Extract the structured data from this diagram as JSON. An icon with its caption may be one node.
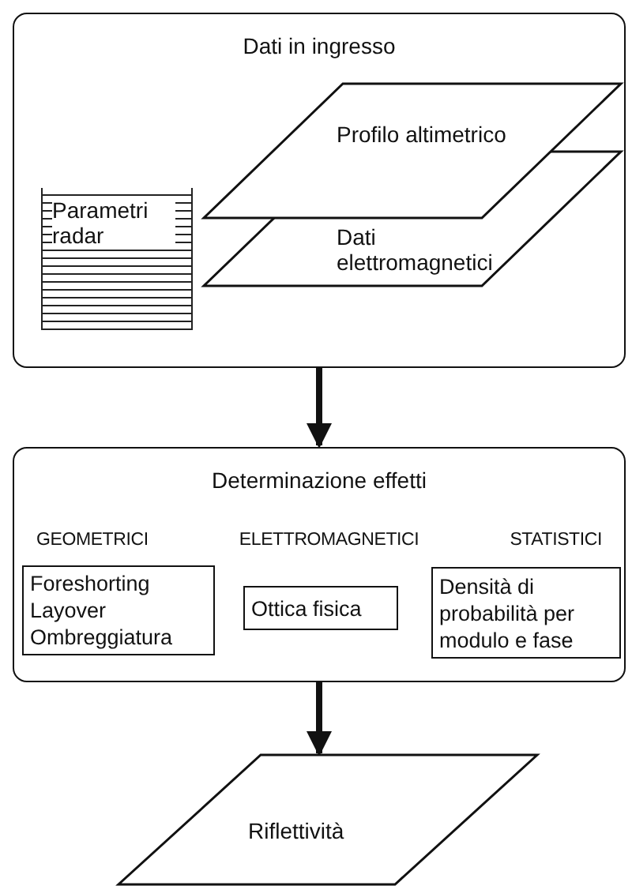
{
  "diagram": {
    "nodes": [
      {
        "text": [
          "Dati in ingresso"
        ]
      },
      {
        "text": [
          "Parametri radar"
        ],
        "in": 0
      },
      {
        "text": [
          "Profilo altimetrico"
        ],
        "in": 0
      },
      {
        "text": [
          "Dati elettromagnetici"
        ],
        "in": 0
      },
      {
        "text": [
          "Determinazione effetti",
          "GEOMETRICI",
          "ELETTROMAGNETICI",
          "STATISTICI"
        ]
      },
      {
        "text": [
          "Foreshorting",
          "Layover",
          "Ombreggiatura"
        ],
        "in": 4
      },
      {
        "text": [
          "Ottica fisica"
        ],
        "in": 4
      },
      {
        "text": [
          "Densità di probabilità per modulo e fase"
        ],
        "in": 4
      },
      {
        "text": [
          "Riflettività"
        ]
      }
    ],
    "edges": [
      {
        "from": 0,
        "to": 4,
        "arrow": "to"
      },
      {
        "from": 4,
        "to": 8,
        "arrow": "to"
      }
    ]
  }
}
